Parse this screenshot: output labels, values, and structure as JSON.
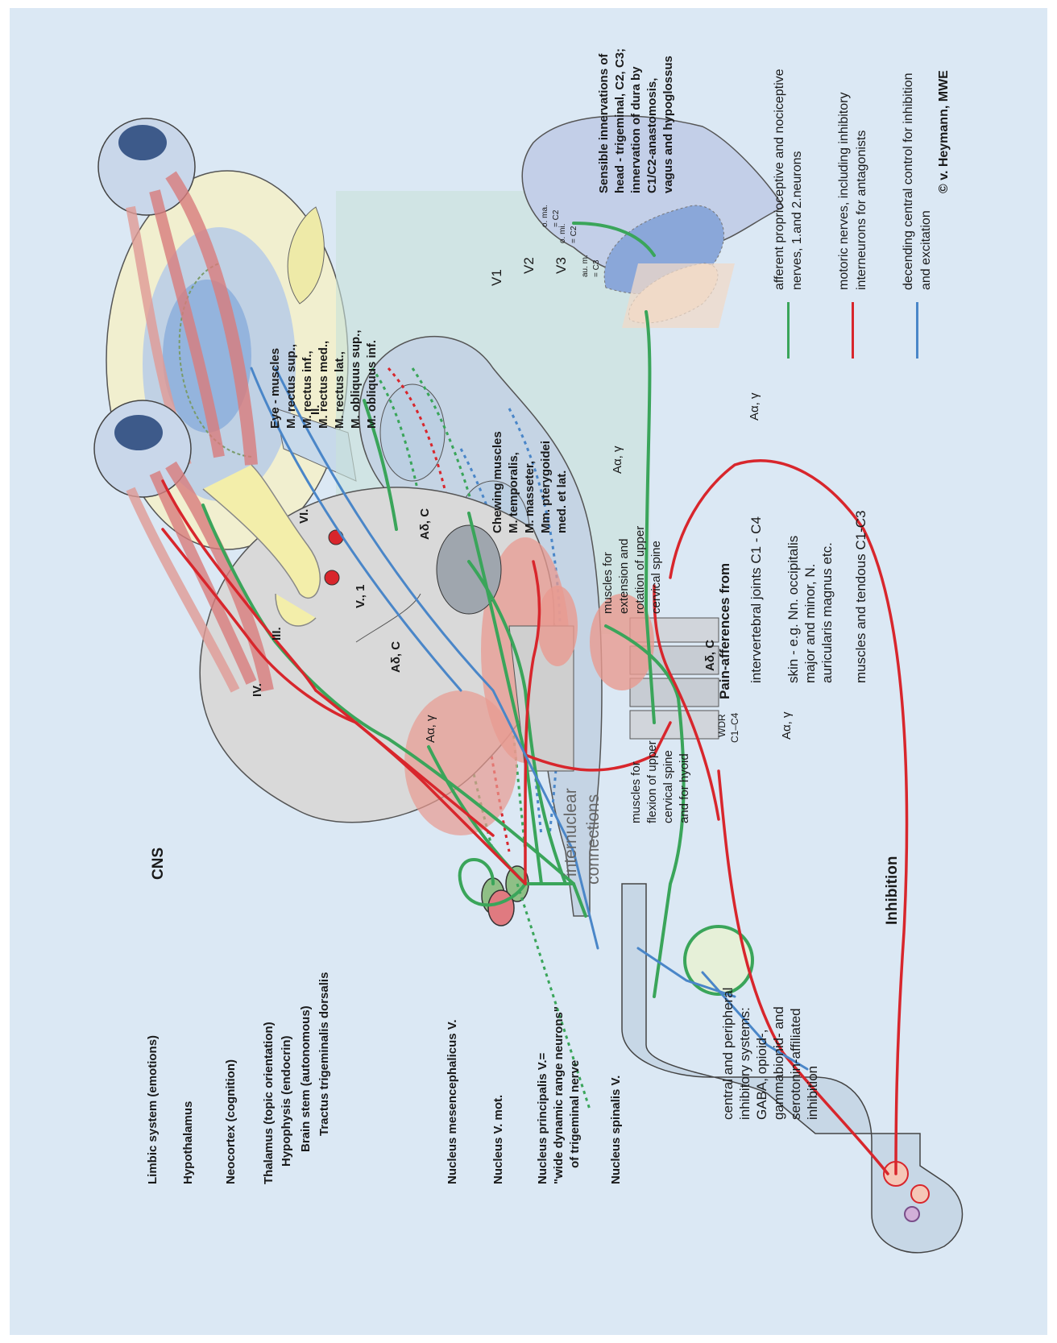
{
  "header": {
    "cns": "CNS",
    "inhibition": "Inhibition",
    "copyright": "© v. Heymann, MWE"
  },
  "left_labels": {
    "limbic": "Limbic system (emotions)",
    "hypothalamus": "Hypothalamus",
    "neocortex": "Neocortex (cognition)",
    "thalamus": "Thalamus (topic orientation)",
    "hypophysis": "Hypophysis (endocrin)",
    "brainstem": "Brain stem (autonomous)",
    "tractus": "Tractus trigeminalis dorsalis",
    "mesencephalicus": "Nucleus mesencephalicus V.",
    "vmot": "Nucleus V. mot.",
    "principalis_1": "Nucleus principalis V.=",
    "principalis_2": "\"wide dynamic range neurons\"",
    "principalis_3": "of trigeminal nerve",
    "spinalis": "Nucleus spinalis V."
  },
  "inhibitory": {
    "lines": [
      "central and peripheral",
      "inhibitory systems:",
      "GABA, opioid-,",
      "gammabionid- and",
      "serotonin-affiliated",
      "inhibition"
    ]
  },
  "nerves": {
    "IV": "IV.",
    "III": "III.",
    "VI": "VI.",
    "II": "II.",
    "V1": "V., 1"
  },
  "fiber_labels": {
    "adc_1": "Aδ, C",
    "adc_2": "Aδ, C",
    "adc_3": "Aδ, C",
    "ag_1": "Aα, γ",
    "ag_2": "Aα, γ",
    "ag_3": "Aα, γ",
    "ag_4": "Aα, γ"
  },
  "eye_muscles": [
    "Eye - muscles",
    "M. rectus sup.,",
    "M. rectus inf.,",
    "M. rectus med.,",
    "M. rectus lat.,",
    "M. obliquus sup.,",
    "M. obliquus inf."
  ],
  "chewing_muscles": [
    "Chewing muscles",
    "M. temporalis,",
    "M. masseter,",
    "Mm. pterygoidei",
    "med. et lat."
  ],
  "neck_extension": [
    "muscles for",
    "extension and",
    "rotation of upper",
    "cervical spine"
  ],
  "neck_flexion": [
    "muscles for",
    "flexion of upper",
    "cervical spine",
    "and for hyoid"
  ],
  "internuclear": [
    "internuclear",
    "connections"
  ],
  "wdr": [
    "WDR",
    "C1–C4"
  ],
  "pain": {
    "title": "Pain-afferences from",
    "items": [
      [
        "intervertebral joints C1 - C4"
      ],
      [
        "skin - e.g. Nn. occipitalis",
        "major and minor, N.",
        "auricularis magnus etc."
      ],
      [
        "muscles and tendous C1-C3"
      ]
    ]
  },
  "head_regions": {
    "v1": "V1",
    "v2": "V2",
    "v3": "V3",
    "oma": [
      "o. ma.",
      "= C2"
    ],
    "omi": [
      "o. mi.",
      "= C2"
    ],
    "aum": [
      "au. m.",
      "= C3"
    ]
  },
  "sensible": [
    "Sensible innervations of",
    "head - trigeminal, C2, C3;",
    "innervation of dura by",
    "C1/C2-anastomosis,",
    "vagus and hypoglossus"
  ],
  "legend": [
    {
      "color": "#3aa55a",
      "lines": [
        "afferent proprioceptive and nociceptive",
        "nerves,      1.and 2.neurons"
      ]
    },
    {
      "color": "#d8262c",
      "lines": [
        "motoric nerves, including inhibitory",
        "interneurons for antagonists"
      ]
    },
    {
      "color": "#4a86c8",
      "lines": [
        "decending central control for inhibition",
        "and excitation"
      ]
    }
  ],
  "colors": {
    "background": "#dbe8f4",
    "afferent": "#3aa55a",
    "motor": "#d8262c",
    "control": "#4a86c8",
    "nerve_yellow": "#f3eeaa"
  }
}
